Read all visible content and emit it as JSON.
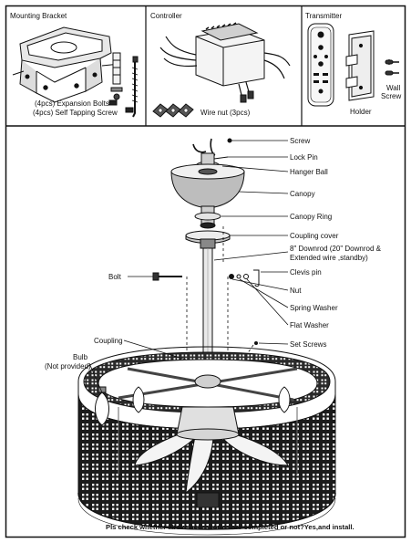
{
  "header_panels": {
    "mounting_bracket": {
      "title": "Mounting Bracket",
      "expansion_bolts": "(4pcs) Expansion Bolts",
      "tapping_screw": "(4pcs) Self Tapping Screw"
    },
    "controller": {
      "title": "Controller",
      "wire_nut": "Wire nut (3pcs)"
    },
    "transmitter": {
      "title": "Transmitter",
      "holder": "Holder",
      "wall_screw_line1": "Wall",
      "wall_screw_line2": "Screw"
    }
  },
  "diagram": {
    "labels": {
      "screw": "Screw",
      "lock_pin": "Lock Pin",
      "hanger_ball": "Hanger Ball",
      "canopy": "Canopy",
      "canopy_ring": "Canopy Ring",
      "coupling_cover": "Coupling cover",
      "downrod_line1": "8\" Downrod (20\" Downrod &",
      "downrod_line2": "Extended wire ,standby)",
      "clevis_pin": "Clevis pin",
      "bolt": "Bolt",
      "nut": "Nut",
      "spring_washer": "Spring Washer",
      "flat_washer": "Flat Washer",
      "coupling": "Coupling",
      "set_screws": "Set Screws",
      "bulb_line1": "Bulb",
      "bulb_line2": "(Not provided)"
    },
    "remote_icons": [
      "power-icon",
      "light-icon",
      "fan-icon",
      "timer-icon"
    ]
  },
  "footer": {
    "note": "Pls check whether above accessories are completed or not?Yes,and install."
  }
}
